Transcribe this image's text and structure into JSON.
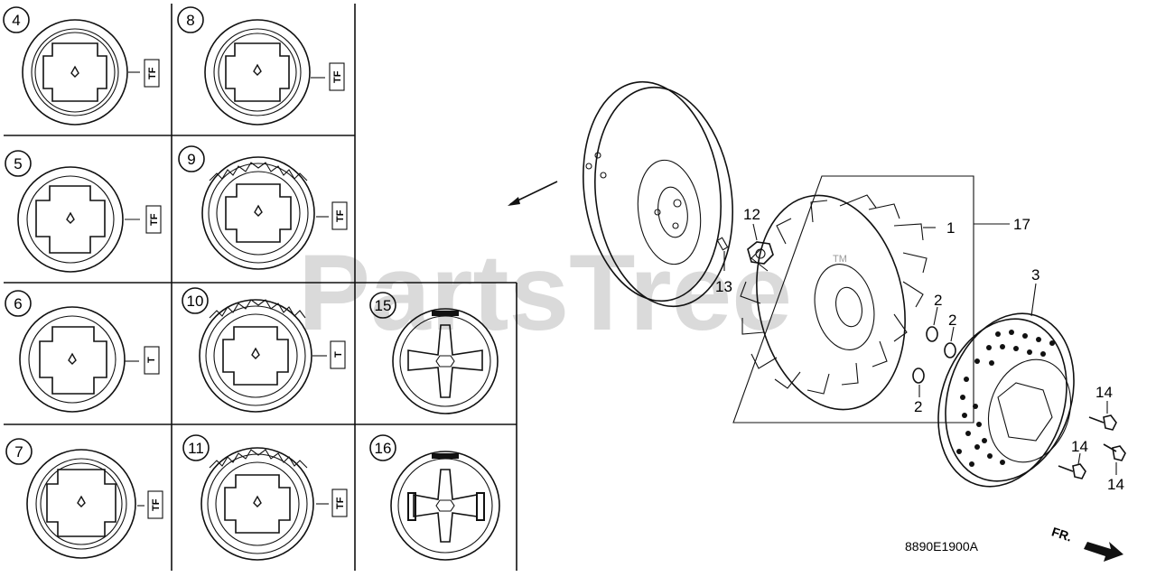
{
  "callouts": {
    "c4": "4",
    "c8": "8",
    "c5": "5",
    "c9": "9",
    "c6": "6",
    "c10": "10",
    "c15": "15",
    "c7": "7",
    "c11": "11",
    "c16": "16"
  },
  "tf_labels": {
    "tf4": "TF",
    "tf8": "TF",
    "tf5": "TF",
    "tf9": "TF",
    "t6": "T",
    "t10": "T",
    "tf7": "TF",
    "tf11": "TF"
  },
  "parts": {
    "p1": "1",
    "p17": "17",
    "p12": "12",
    "p13": "13",
    "p3": "3",
    "p2a": "2",
    "p2b": "2",
    "p2c": "2",
    "p14a": "14",
    "p14b": "14",
    "p14c": "14"
  },
  "watermark": "PartsTree",
  "trademark": "TM",
  "diagram_code": "8890E1900A",
  "direction_label": "FR."
}
